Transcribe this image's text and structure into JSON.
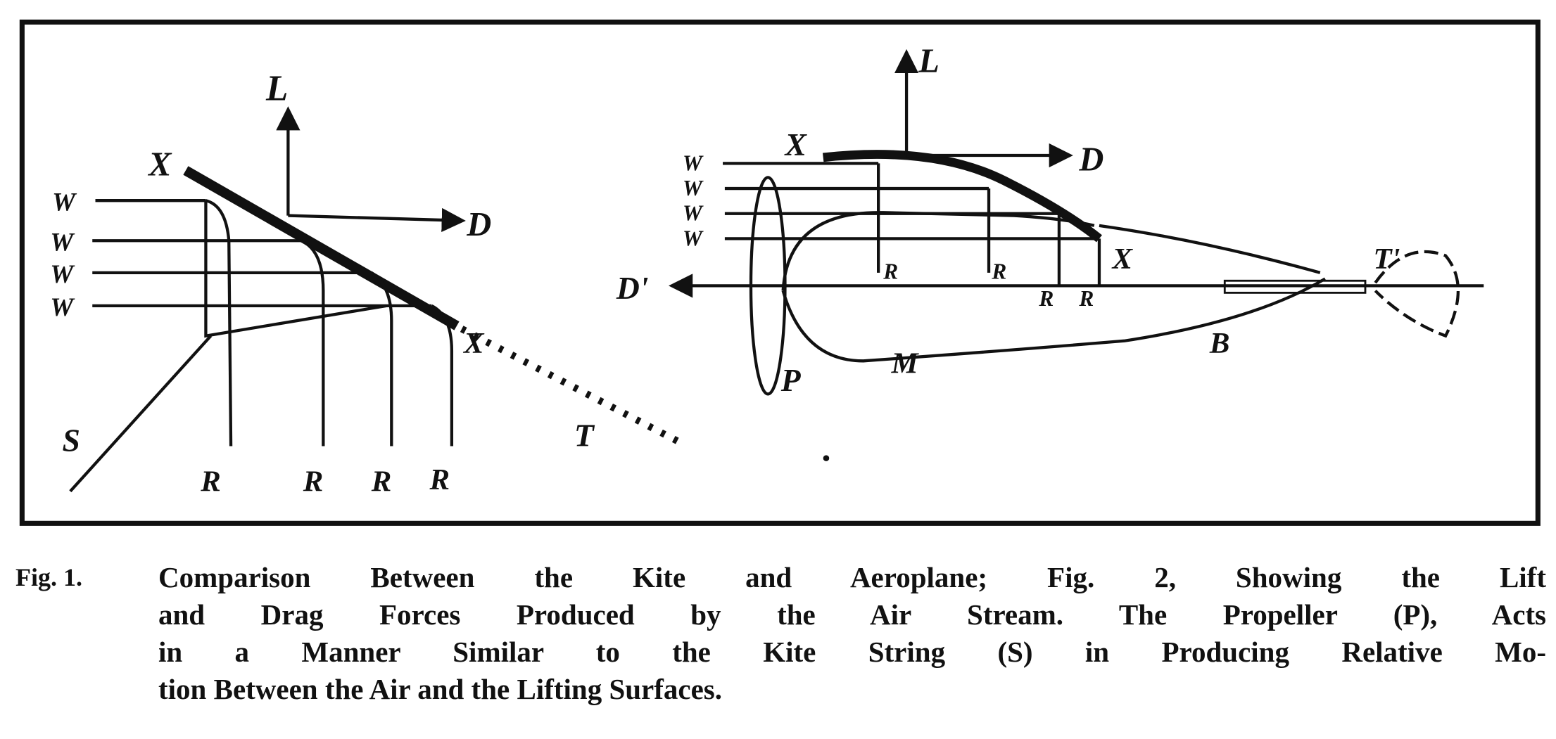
{
  "figure": {
    "fig1_labels": {
      "lift": "L",
      "drag": "D",
      "edge_top": "X",
      "edge_bottom": "X",
      "wind": [
        "W",
        "W",
        "W",
        "W"
      ],
      "reaction": [
        "R",
        "R",
        "R",
        "R"
      ],
      "tail": "T",
      "string": "S"
    },
    "fig2_labels": {
      "lift": "L",
      "drag": "D",
      "drag_prime": "D'",
      "edge_top": "X",
      "edge_bottom": "X",
      "wind": [
        "W",
        "W",
        "W",
        "W"
      ],
      "reaction": [
        "R",
        "R",
        "R",
        "R"
      ],
      "tail": "T'",
      "motor": "M",
      "body": "B",
      "propeller": "P"
    }
  },
  "caption": {
    "fig_number": "Fig. 1.",
    "lines": [
      "Comparison Between the Kite and Aeroplane; Fig. 2, Showing the Lift",
      "and Drag Forces Produced by the Air Stream.  The Propeller (P), Acts",
      "in a Manner Similar to the Kite String (S) in Producing Relative Mo-",
      "tion Between the Air and the Lifting Surfaces."
    ]
  }
}
